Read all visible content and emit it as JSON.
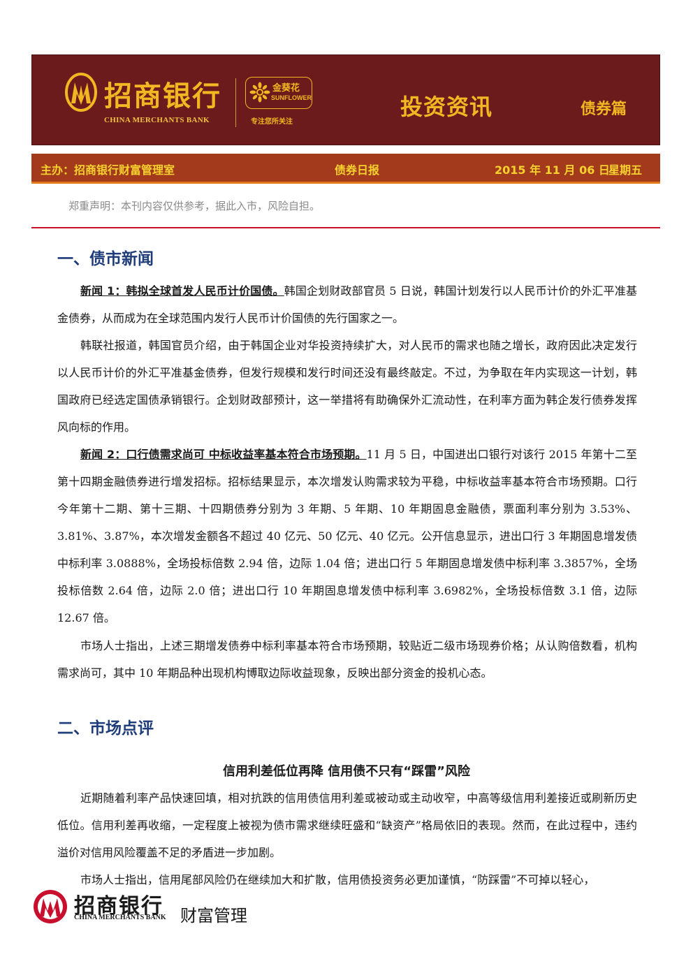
{
  "banner": {
    "bank_name_cn": "招商银行",
    "bank_name_en": "CHINA MERCHANTS BANK",
    "sunflower_cn": "金葵花",
    "sunflower_en": "SUNFLOWER",
    "sunflower_slogan": "专注您所关注",
    "report_title": "投资资讯",
    "report_section": "债券篇",
    "colors": {
      "background": "#6b1b1b",
      "gold": "#f2b722"
    }
  },
  "infobar": {
    "organizer": "主办：招商银行财富管理室",
    "report_name": "债券日报",
    "date": "2015 年 11 月 06 日",
    "weekday": "星期五",
    "colors": {
      "background": "#a33a1c",
      "text": "#f7d22e"
    }
  },
  "disclaimer": "郑重声明：本刊内容仅供参考，据此入市，风险自担。",
  "section1": {
    "heading": "一、债市新闻",
    "news1_lead": "新闻 1：韩拟全球首发人民币计价国债。",
    "news1_body": "韩国企划财政部官员 5 日说，韩国计划发行以人民币计价的外汇平准基金债券，从而成为在全球范围内发行人民币计价国债的先行国家之一。",
    "news1_p2": "韩联社报道，韩国官员介绍，由于韩国企业对华投资持续扩大，对人民币的需求也随之增长，政府因此决定发行以人民币计价的外汇平准基金债券，但发行规模和发行时间还没有最终敲定。不过，为争取在年内实现这一计划，韩国政府已经选定国债承销银行。企划财政部预计，这一举措将有助确保外汇流动性，在利率方面为韩企发行债券发挥风向标的作用。",
    "news2_lead": "新闻 2：口行债需求尚可 中标收益率基本符合市场预期。",
    "news2_body": "11 月 5 日，中国进出口银行对该行 2015 年第十二至第十四期金融债券进行增发招标。招标结果显示，本次增发认购需求较为平稳，中标收益率基本符合市场预期。口行今年第十二期、第十三期、十四期债券分别为 3 年期、5 年期、10 年期固息金融债，票面利率分别为 3.53%、3.81%、3.87%，本次增发金额各不超过 40 亿元、50 亿元、40 亿元。公开信息显示，进出口行 3 年期固息增发债中标利率 3.0888%，全场投标倍数 2.94 倍，边际 1.04 倍；进出口行 5 年期固息增发债中标利率 3.3857%，全场投标倍数 2.64 倍，边际 2.0 倍；进出口行 10 年期固息增发债中标利率 3.6982%，全场投标倍数 3.1 倍，边际 12.67 倍。",
    "news2_p2": "市场人士指出，上述三期增发债券中标利率基本符合市场预期，较贴近二级市场现券价格；从认购倍数看，机构需求尚可，其中 10 年期品种出现机构博取边际收益现象，反映出部分资金的投机心态。"
  },
  "section2": {
    "heading": "二、市场点评",
    "subheading": "信用利差低位再降 信用债不只有“踩雷”风险",
    "p1": "近期随着利率产品快速回填，相对抗跌的信用债信用利差或被动或主动收窄，中高等级信用利差接近或刷新历史低位。信用利差再收缩，一定程度上被视为债市需求继续旺盛和“缺资产”格局依旧的表现。然而，在此过程中，违约溢价对信用风险覆盖不足的矛盾进一步加剧。",
    "p2": "市场人士指出，信用尾部风险仍在继续加大和扩散，信用债投资务必更加谨慎，“防踩雷”不可掉以轻心，"
  },
  "footer": {
    "bank_name_cn": "招商银行",
    "bank_name_en": "CHINA MERCHANTS BANK",
    "department": "财富管理",
    "logo_color": "#c8102e"
  }
}
